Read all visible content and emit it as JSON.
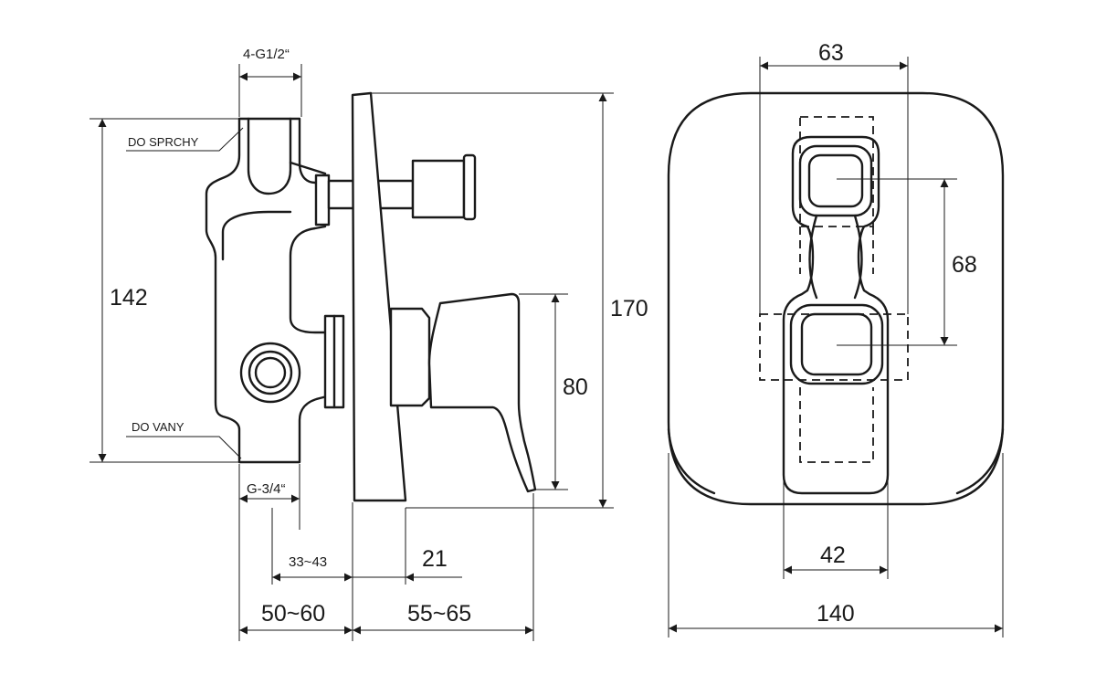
{
  "labels": {
    "thread_top": "4-G1/2“",
    "to_shower": "DO SPRCHY",
    "to_bath": "DO VANY",
    "thread_bottom": "G-3/4“"
  },
  "dimensions": {
    "body_height": "142",
    "total_height": "170",
    "lever_height": "80",
    "depth_range": "33~43",
    "plate_offset": "21",
    "body_depth": "50~60",
    "lever_depth": "55~65",
    "diverter_width": "63",
    "diverter_spacing": "68",
    "lever_width": "42",
    "plate_width": "140"
  }
}
